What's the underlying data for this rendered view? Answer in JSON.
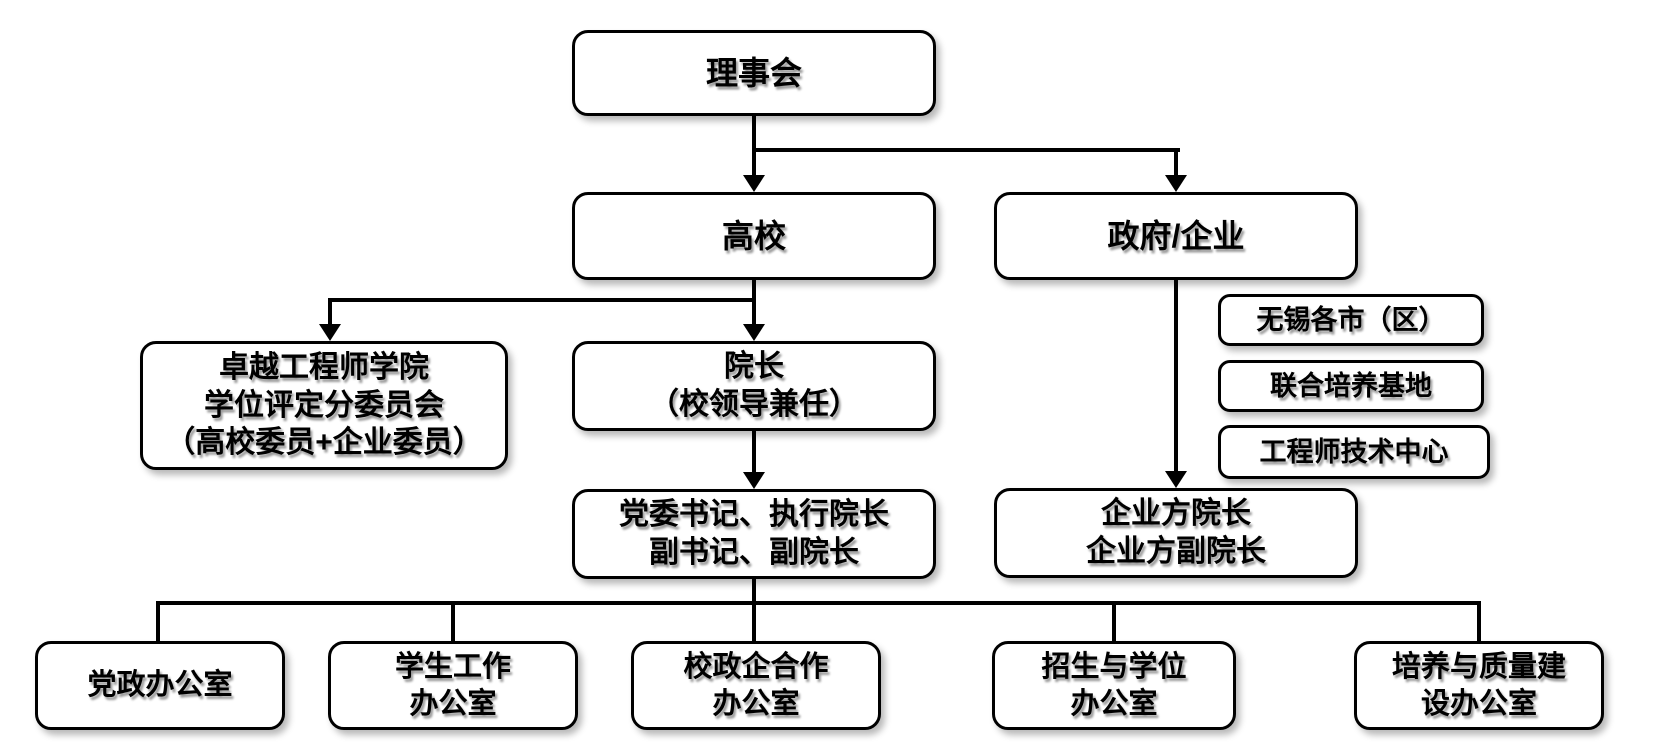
{
  "diagram": {
    "type": "org-chart",
    "colors": {
      "line": "#000000",
      "box_border": "#000000",
      "box_fill": "#ffffff",
      "text": "#000000",
      "background": "#ffffff"
    },
    "nodes": {
      "board": {
        "label": "理事会"
      },
      "university": {
        "label": "高校"
      },
      "gov_enterprise": {
        "label": "政府/企业"
      },
      "degree_committee": {
        "label": "卓越工程师学院\n学位评定分委员会\n（高校委员+企业委员）"
      },
      "dean": {
        "label": "院长\n（校领导兼任）"
      },
      "wuxi_districts": {
        "label": "无锡各市（区）"
      },
      "joint_training_base": {
        "label": "联合培养基地"
      },
      "engineer_tech_center": {
        "label": "工程师技术中心"
      },
      "party_secretary": {
        "label": "党委书记、执行院长\n副书记、副院长"
      },
      "enterprise_dean": {
        "label": "企业方院长\n企业方副院长"
      },
      "office_party_admin": {
        "label": "党政办公室"
      },
      "office_student_work": {
        "label": "学生工作\n办公室"
      },
      "office_school_gov_enterprise": {
        "label": "校政企合作\n办公室"
      },
      "office_admission_degree": {
        "label": "招生与学位\n办公室"
      },
      "office_training_quality": {
        "label": "培养与质量建\n设办公室"
      }
    },
    "edges": [
      "board -> university (arrow)",
      "board -> gov_enterprise (arrow)",
      "university -> degree_committee (arrow)",
      "university -> dean (arrow)",
      "dean -> party_secretary (arrow)",
      "gov_enterprise -> enterprise_dean (arrow)",
      "party_secretary -> office_party_admin",
      "party_secretary -> office_student_work",
      "party_secretary -> office_school_gov_enterprise",
      "party_secretary -> office_admission_degree",
      "party_secretary -> office_training_quality"
    ]
  }
}
